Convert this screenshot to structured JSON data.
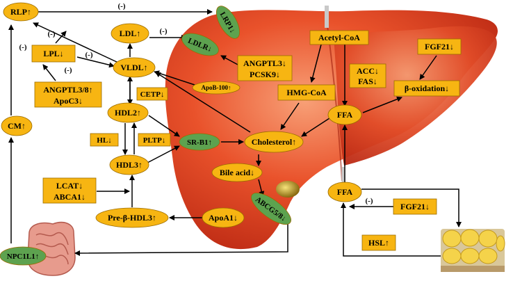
{
  "colors": {
    "node_fill": "#f7b512",
    "receptor_fill": "#5da24f",
    "liver_light": "#f3763f",
    "liver_dark": "#c52c12",
    "adipose": "#f5d34a",
    "intestine": "#e79b8d",
    "arrow": "#000000"
  },
  "inhibit_label": "(-)",
  "nodes": {
    "rlp": "RLP↑",
    "lrp1": "LRP1↓",
    "ldl": "LDL↑",
    "ldlr": "LDLR↓",
    "lpl": "LPL↓",
    "vldl": "VLDL↑",
    "angptl38_apoc3": [
      "ANGPTL3/8↑",
      "ApoC3↓"
    ],
    "angptl3_pcsk9": [
      "ANGPTL3↓",
      "PCSK9↓"
    ],
    "apob100": "ApoB-100↑",
    "cetp": "CETP↓",
    "hdl2": "HDL2↑",
    "cm": "CM↑",
    "hl": "HL↓",
    "pltp": "PLTP↓",
    "srb1": "SR-B1↑",
    "cholesterol": "Cholesterol↑",
    "hdl3": "HDL3↑",
    "bile_acid": "Bile acid↓",
    "lcat_abca1": [
      "LCAT↓",
      "ABCA1↓"
    ],
    "abcg58": "ABCG5/8↓",
    "pre_b_hdl3": "Pre-β-HDL3↑",
    "apoa1": "ApoA1↓",
    "npc1l1": "NPC1L1↑",
    "acetyl_coa": "Acetyl-CoA",
    "hmg_coa": "HMG-CoA",
    "acc_fas": [
      "ACC↓",
      "FAS↓"
    ],
    "fgf21_top": "FGF21↓",
    "b_oxidation": "β-oxidation↓",
    "ffa_liver": "FFA",
    "ffa_adipose": "FFA",
    "fgf21_bottom": "FGF21↓",
    "hsl": "HSL↑"
  }
}
